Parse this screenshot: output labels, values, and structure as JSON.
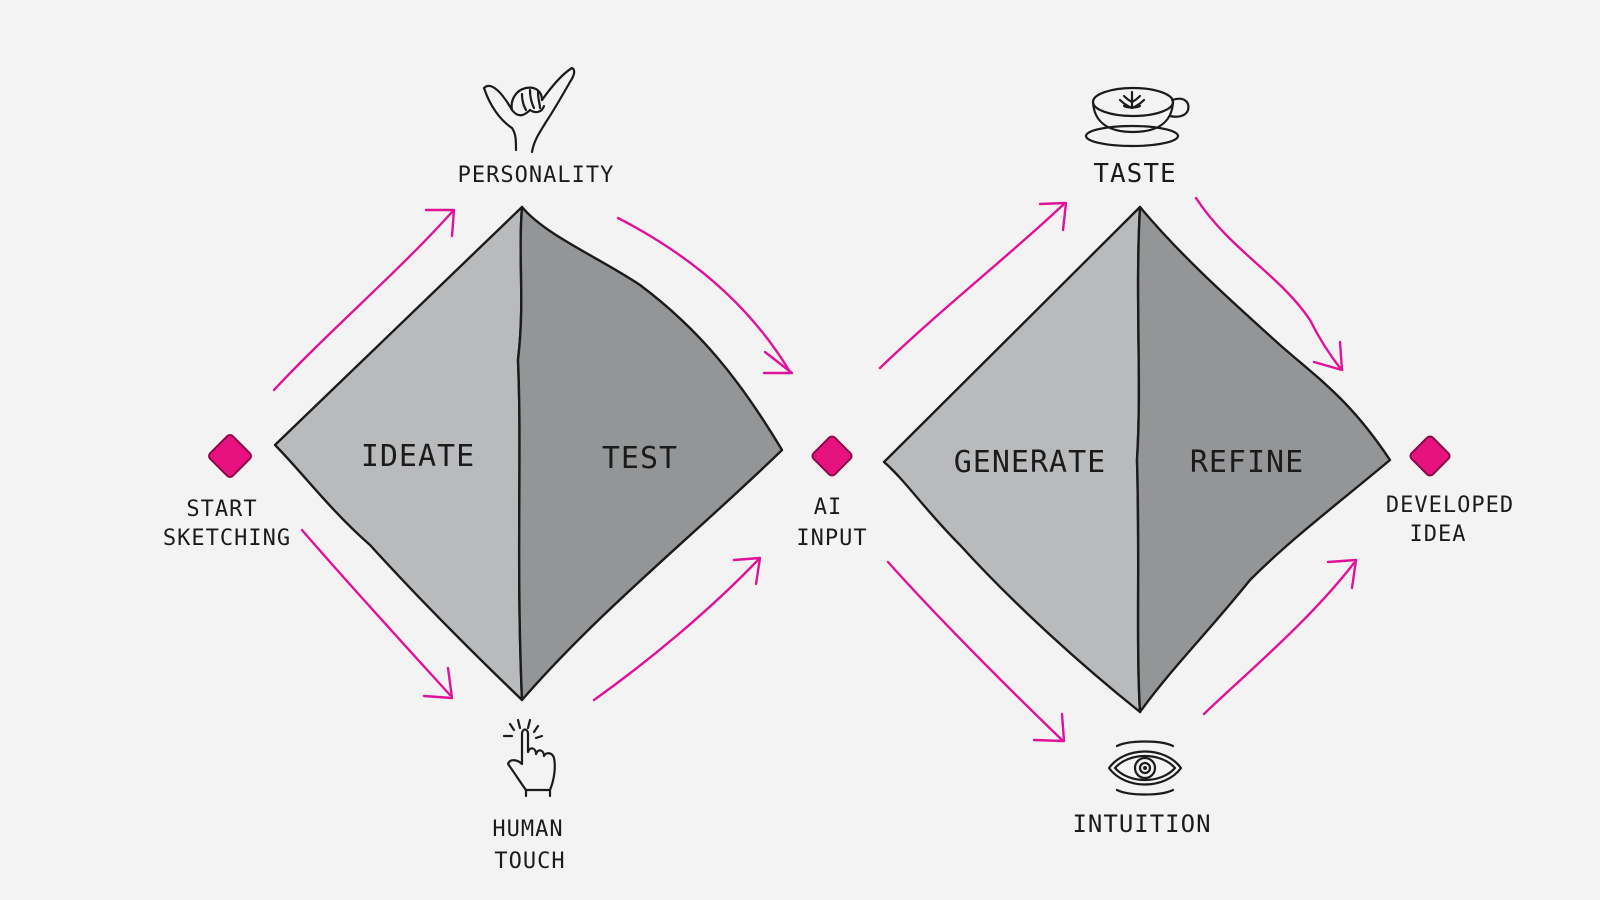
{
  "colors": {
    "background": "#f3f3f3",
    "accent_arrow": "#e0129a",
    "node": "#e8127f",
    "face_light": "#b9babc",
    "face_dark": "#949597",
    "ink": "#1b1b1b"
  },
  "diamonds": [
    {
      "left_label": "IDEATE",
      "right_label": "TEST",
      "top_label": "PERSONALITY",
      "top_icon": "shaka-hand-icon",
      "bottom_label_line1": "HUMAN",
      "bottom_label_line2": "TOUCH",
      "bottom_icon": "tapping-finger-icon"
    },
    {
      "left_label": "GENERATE",
      "right_label": "REFINE",
      "top_label": "TASTE",
      "top_icon": "latte-cup-icon",
      "bottom_label": "INTUITION",
      "bottom_icon": "eye-icon"
    }
  ],
  "nodes": [
    {
      "line1": "START",
      "line2": "SKETCHING"
    },
    {
      "line1": "AI",
      "line2": "INPUT"
    },
    {
      "line1": "DEVELOPED",
      "line2": "IDEA"
    }
  ]
}
